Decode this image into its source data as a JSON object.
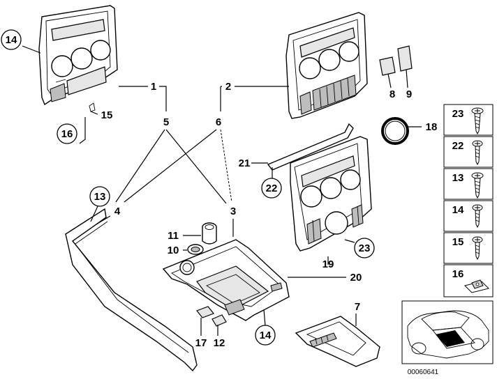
{
  "callouts": {
    "c1": "1",
    "c2": "2",
    "c3": "3",
    "c4": "4",
    "c5": "5",
    "c6": "6",
    "c7": "7",
    "c8": "8",
    "c9": "9",
    "c10": "10",
    "c11": "11",
    "c12": "12",
    "c13": "13",
    "c14a": "14",
    "c14b": "14",
    "c15": "15",
    "c16": "16",
    "c17": "17",
    "c18": "18",
    "c19": "19",
    "c20": "20",
    "c21": "21",
    "c22": "22",
    "c23": "23"
  },
  "fastener_legend": [
    {
      "number": "23",
      "icon": "screw-icon"
    },
    {
      "number": "22",
      "icon": "screw-icon"
    },
    {
      "number": "13",
      "icon": "screw-icon"
    },
    {
      "number": "14",
      "icon": "screw-icon"
    },
    {
      "number": "15",
      "icon": "screw-icon"
    },
    {
      "number": "16",
      "icon": "clip-nut-icon"
    }
  ],
  "diagram_code": "00060641"
}
